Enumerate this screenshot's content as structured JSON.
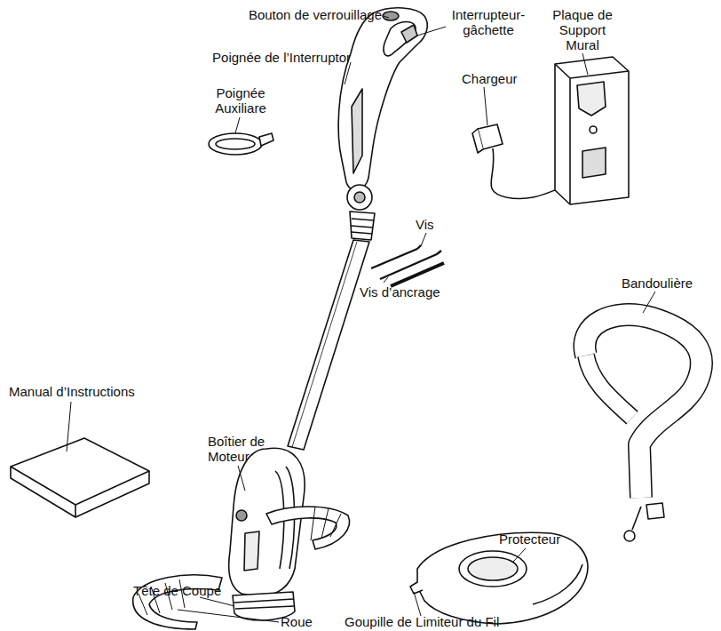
{
  "diagram": {
    "labels": [
      "Bouton de verrouillage",
      "Interrupteur- gâchette",
      "Poignée de l’Interruptor",
      "Poignée Auxiliare",
      "Chargeur",
      "Plaque de Support Mural",
      "Vis",
      "Vis d’ancrage",
      "Manual d’Instructions",
      "Bandoulière",
      "Boîtier de Moteur",
      "Tête de Coupe",
      "Protecteur",
      "Roue",
      "Goupille de Limiteur du Fil"
    ]
  }
}
